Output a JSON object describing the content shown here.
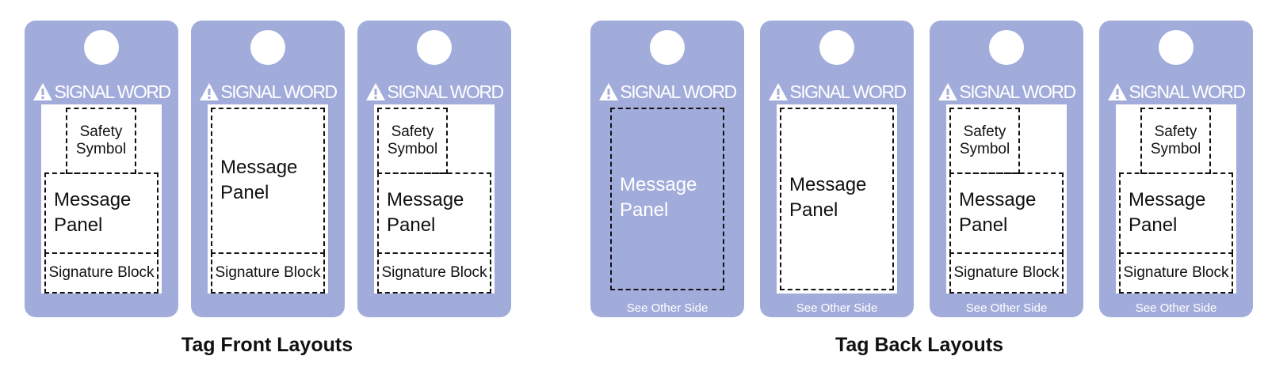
{
  "front_layouts": {
    "caption": "Tag Front Layouts",
    "tags": [
      {
        "signal_word": "SIGNAL WORD",
        "safety_symbol": "Safety Symbol",
        "message_panel": "Message Panel",
        "signature_block": "Signature Block"
      },
      {
        "signal_word": "SIGNAL WORD",
        "message_panel": "Message Panel",
        "signature_block": "Signature Block"
      },
      {
        "signal_word": "SIGNAL WORD",
        "safety_symbol": "Safety Symbol",
        "message_panel": "Message Panel",
        "signature_block": "Signature Block"
      }
    ]
  },
  "back_layouts": {
    "caption": "Tag Back Layouts",
    "tags": [
      {
        "signal_word": "SIGNAL WORD",
        "message_panel": "Message Panel",
        "footer": "See Other Side"
      },
      {
        "signal_word": "SIGNAL WORD",
        "message_panel": "Message Panel",
        "footer": "See Other Side"
      },
      {
        "signal_word": "SIGNAL WORD",
        "safety_symbol": "Safety Symbol",
        "message_panel": "Message Panel",
        "signature_block": "Signature Block",
        "footer": "See Other Side"
      },
      {
        "signal_word": "SIGNAL WORD",
        "safety_symbol": "Safety Symbol",
        "message_panel": "Message Panel",
        "signature_block": "Signature Block",
        "footer": "See Other Side"
      }
    ]
  },
  "colors": {
    "tag": "#a2acdb",
    "panel": "#ffffff",
    "outline": "#111111"
  },
  "icons": {
    "signal_word": "warning-triangle-icon"
  }
}
